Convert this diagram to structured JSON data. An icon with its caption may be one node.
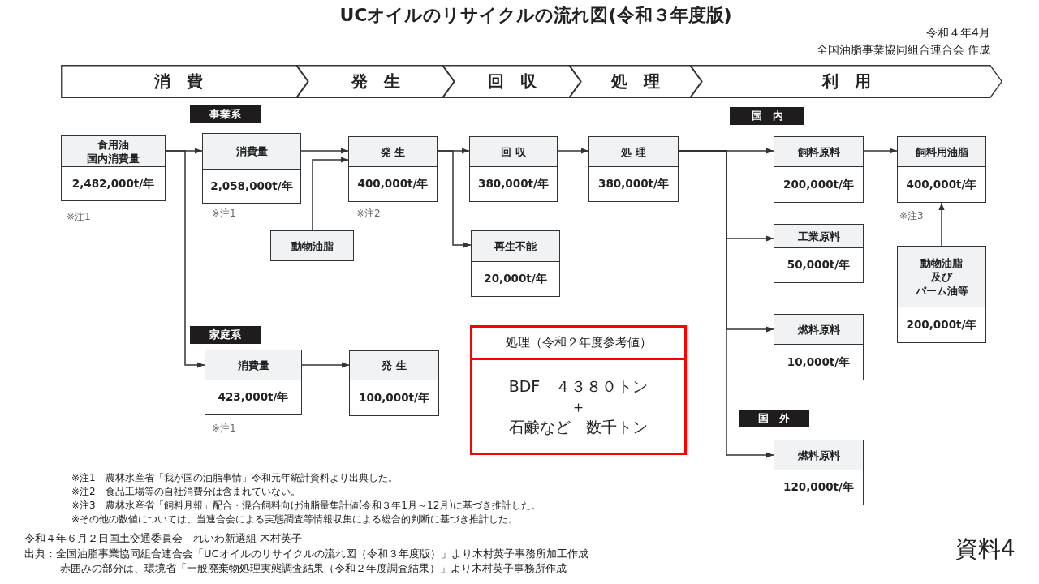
{
  "diagram": {
    "title": "UCオイルのリサイクルの流れ図(令和３年度版)",
    "nodes": [
      {
        "text": [
          "消　費"
        ]
      },
      {
        "text": [
          "発　生"
        ]
      },
      {
        "text": [
          "回　収"
        ]
      },
      {
        "text": [
          "処　理"
        ]
      },
      {
        "text": [
          "利　用"
        ]
      },
      {
        "text": [
          "事業系"
        ]
      },
      {
        "text": [
          "食用油国内消費量",
          "2,482,000t/年"
        ],
        "beside": [
          "※注1"
        ]
      },
      {
        "text": [
          "消費量",
          "2,058,000t/年"
        ],
        "beside": [
          "※注1"
        ]
      },
      {
        "text": [
          "発 生",
          "400,000t/年"
        ],
        "beside": [
          "※注2"
        ]
      },
      {
        "text": [
          "回 収",
          "380,000t/年"
        ]
      },
      {
        "text": [
          "処 理",
          "380,000t/年"
        ]
      },
      {
        "text": [
          "国　内"
        ]
      },
      {
        "text": [
          "飼料原料",
          "200,000t/年"
        ]
      },
      {
        "text": [
          "飼料用油脂",
          "400,000t/年"
        ],
        "beside": [
          "※注3"
        ]
      },
      {
        "text": [
          "動物油脂"
        ]
      },
      {
        "text": [
          "再生不能",
          "20,000t/年"
        ]
      },
      {
        "text": [
          "工業原料",
          "50,000t/年"
        ]
      },
      {
        "text": [
          "動物油脂及びパーム油等",
          "200,000t/年"
        ]
      },
      {
        "text": [
          "燃料原料",
          "10,000t/年"
        ]
      },
      {
        "text": [
          "家庭系"
        ]
      },
      {
        "text": [
          "消費量",
          "423,000t/年"
        ],
        "beside": [
          "※注1"
        ]
      },
      {
        "text": [
          "発 生",
          "100,000t/年"
        ]
      },
      {
        "text": [
          "処理（令和２年度参考値）",
          "BDF　４３８０トン",
          "＋",
          "石鹸など　数千トン"
        ]
      },
      {
        "text": [
          "国　外"
        ]
      },
      {
        "text": [
          "燃料原料",
          "120,000t/年"
        ]
      }
    ],
    "edges": [
      {
        "from": 6,
        "to": 7,
        "arrow": "to"
      },
      {
        "from": 6,
        "to": 20,
        "arrow": "to"
      },
      {
        "from": 7,
        "to": 8,
        "arrow": "to"
      },
      {
        "from": 14,
        "to": 8,
        "arrow": "to"
      },
      {
        "from": 8,
        "to": 9,
        "arrow": "to"
      },
      {
        "from": 8,
        "to": 15,
        "arrow": "to"
      },
      {
        "from": 9,
        "to": 10,
        "arrow": "to"
      },
      {
        "from": 10,
        "to": 12,
        "arrow": "to"
      },
      {
        "from": 10,
        "to": 16,
        "arrow": "to"
      },
      {
        "from": 10,
        "to": 18,
        "arrow": "to"
      },
      {
        "from": 10,
        "to": 24,
        "arrow": "to"
      },
      {
        "from": 12,
        "to": 13,
        "arrow": "to"
      },
      {
        "from": 17,
        "to": 13,
        "arrow": "to"
      },
      {
        "from": 20,
        "to": 21,
        "arrow": "to"
      }
    ],
    "labels": [
      "令和４年4月",
      "全国油脂事業協同組合連合会 作成",
      "※注1　農林水産省「我が国の油脂事情」令和元年統計資料より出典した。",
      "※注2　食品工場等の自社消費分は含まれていない。",
      "※注3　農林水産省「飼料月報」配合・混合飼料向け油脂量集計値(令和３年1月～12月)に基づき推計した。",
      "※その他の数値については、当連合会による実態調査等情報収集による総合的判断に基づき推計した。",
      "令和４年６月２日国土交通委員会　れいわ新選組 木村英子",
      "出典：全国油脂事業協同組合連合会「UCオイルのリサイクルの流れ図（令和３年度版）」より木村英子事務所加工作成",
      "赤囲みの部分は、環境省「一般廃棄物処理実態調査結果（令和２年度調査結果）」より木村英子事務所作成",
      "資料4"
    ]
  }
}
